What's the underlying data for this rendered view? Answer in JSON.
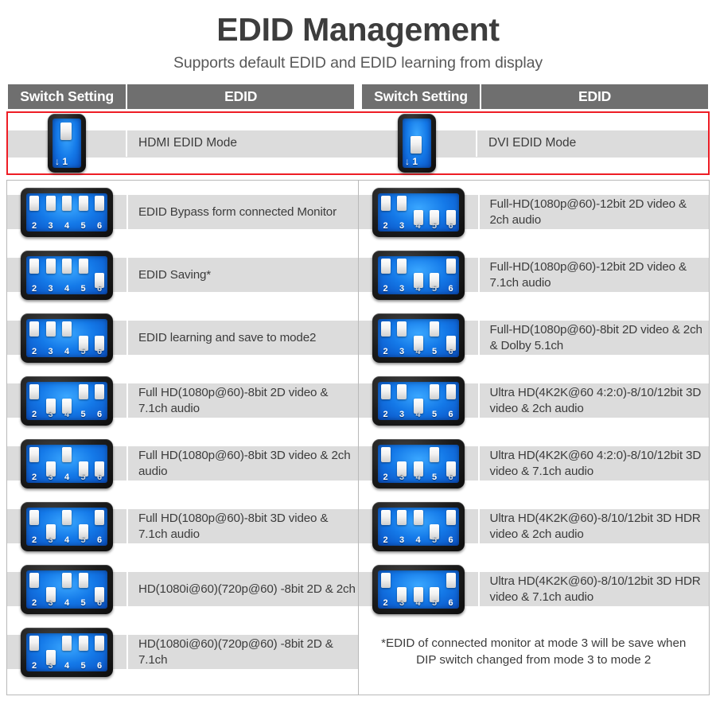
{
  "header": {
    "title": "EDID Management",
    "subtitle": "Supports default EDID and EDID learning from display",
    "col_switch_label": "Switch Setting",
    "col_edid_label": "EDID"
  },
  "accent_colors": {
    "highlight_border": "#ee1d25",
    "header_bg": "#6f6f6f",
    "row_band": "#dcdcdc",
    "switch_face": "#1479e8"
  },
  "mode1": {
    "left": {
      "label": "HDMI EDID Mode",
      "switch_position": "up",
      "switch_mark": "↓ 1"
    },
    "right": {
      "label": "DVI EDID Mode",
      "switch_position": "down",
      "switch_mark": "↓ 1"
    }
  },
  "switch_numbers": [
    "2",
    "3",
    "4",
    "5",
    "6"
  ],
  "left_rows": [
    {
      "label": "EDID Bypass form connected Monitor",
      "switches": [
        "up",
        "up",
        "up",
        "up",
        "up"
      ]
    },
    {
      "label": "EDID Saving*",
      "switches": [
        "up",
        "up",
        "up",
        "up",
        "down"
      ]
    },
    {
      "label": "EDID learning and save to mode2",
      "switches": [
        "up",
        "up",
        "up",
        "down",
        "down"
      ]
    },
    {
      "label": "Full HD(1080p@60)-8bit 2D video & 7.1ch audio",
      "switches": [
        "up",
        "down",
        "down",
        "up",
        "up"
      ]
    },
    {
      "label": "Full HD(1080p@60)-8bit 3D video & 2ch audio",
      "switches": [
        "up",
        "down",
        "up",
        "down",
        "down"
      ]
    },
    {
      "label": "Full HD(1080p@60)-8bit 3D video & 7.1ch audio",
      "switches": [
        "up",
        "down",
        "up",
        "down",
        "up"
      ]
    },
    {
      "label": "HD(1080i@60)(720p@60) -8bit 2D & 2ch",
      "switches": [
        "up",
        "down",
        "up",
        "up",
        "down"
      ]
    },
    {
      "label": "HD(1080i@60)(720p@60) -8bit 2D & 7.1ch",
      "switches": [
        "up",
        "down",
        "up",
        "up",
        "up"
      ]
    }
  ],
  "right_rows": [
    {
      "label": "Full-HD(1080p@60)-12bit 2D video & 2ch audio",
      "switches": [
        "up",
        "up",
        "down",
        "down",
        "down"
      ]
    },
    {
      "label": "Full-HD(1080p@60)-12bit 2D video & 7.1ch audio",
      "switches": [
        "up",
        "up",
        "down",
        "down",
        "up"
      ]
    },
    {
      "label": "Full-HD(1080p@60)-8bit 2D video & 2ch & Dolby 5.1ch",
      "switches": [
        "up",
        "up",
        "down",
        "up",
        "down"
      ]
    },
    {
      "label": "Ultra HD(4K2K@60 4:2:0)-8/10/12bit 3D video & 2ch audio",
      "switches": [
        "up",
        "up",
        "down",
        "up",
        "up"
      ]
    },
    {
      "label": "Ultra HD(4K2K@60 4:2:0)-8/10/12bit 3D video & 7.1ch audio",
      "switches": [
        "up",
        "down",
        "down",
        "up",
        "down"
      ]
    },
    {
      "label": "Ultra HD(4K2K@60)-8/10/12bit 3D HDR video & 2ch audio",
      "switches": [
        "up",
        "up",
        "up",
        "down",
        "up"
      ]
    },
    {
      "label": "Ultra HD(4K2K@60)-8/10/12bit 3D HDR video & 7.1ch audio",
      "switches": [
        "up",
        "down",
        "down",
        "down",
        "up"
      ]
    }
  ],
  "footnote": "*EDID of connected monitor at mode 3 will be save when DIP switch changed from mode 3 to mode 2"
}
